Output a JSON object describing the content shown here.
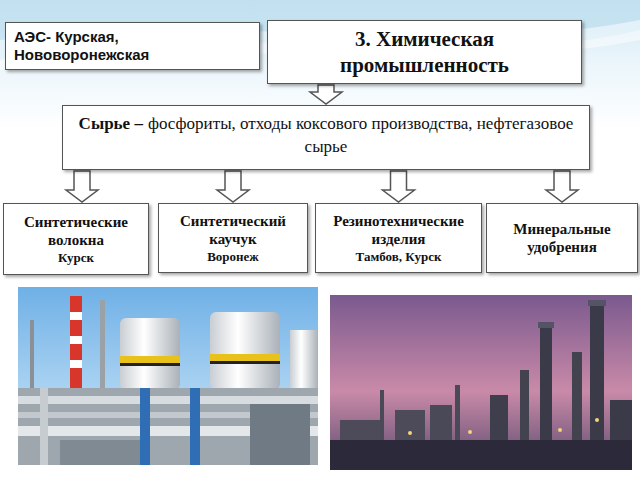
{
  "diagram": {
    "nodes": [
      {
        "text": [
          "АЭС- Курская, Нововоронежская"
        ]
      },
      {
        "text": [
          "3. Химическая промышленность"
        ]
      },
      {
        "text": [
          "Сырье –",
          "фосфориты, отходы коксового производства, нефтегазовое сырье"
        ]
      },
      {
        "text": [
          "Синтетические волокна",
          "Курск"
        ]
      },
      {
        "text": [
          "Синтетический каучук",
          "Воронеж"
        ]
      },
      {
        "text": [
          "Резинотехнические изделия",
          "Тамбов, Курск"
        ]
      },
      {
        "text": [
          "Минеральные удобрения"
        ]
      }
    ],
    "edges": [
      {
        "from": 1,
        "to": 2,
        "arrow": "to"
      },
      {
        "from": 2,
        "to": 3,
        "arrow": "to"
      },
      {
        "from": 2,
        "to": 4,
        "arrow": "to"
      },
      {
        "from": 2,
        "to": 5,
        "arrow": "to"
      },
      {
        "from": 2,
        "to": 6,
        "arrow": "to"
      }
    ]
  }
}
